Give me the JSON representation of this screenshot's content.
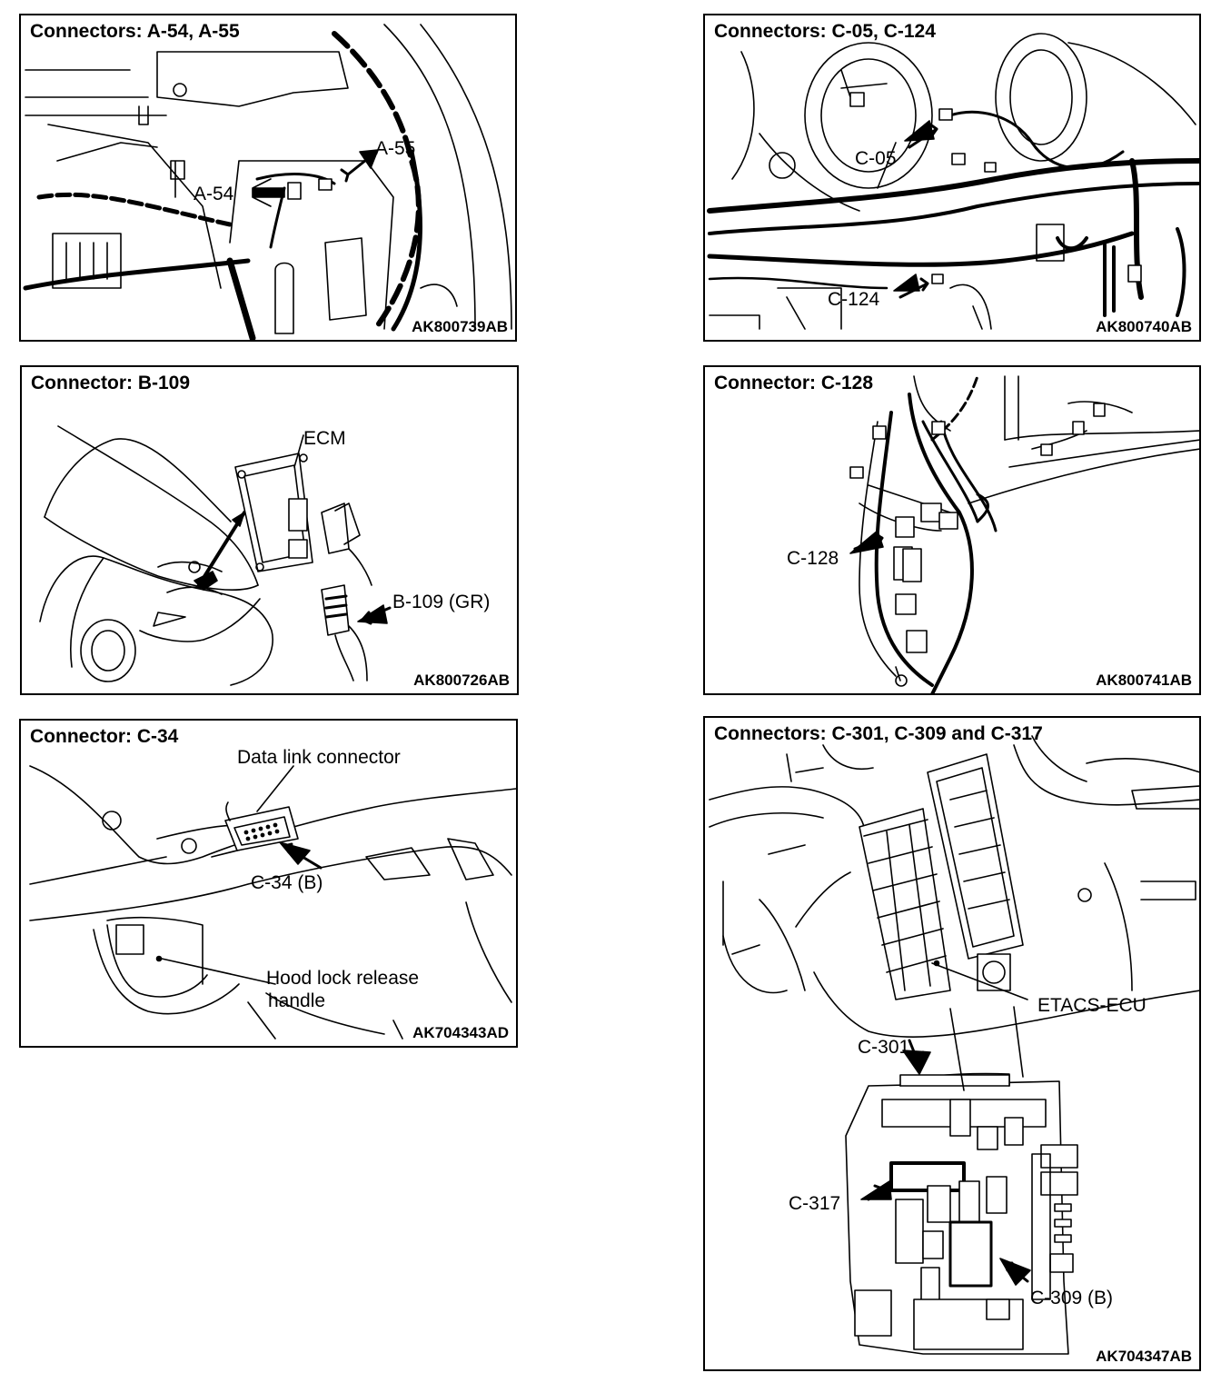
{
  "panels": [
    {
      "title": "Connectors: A-54, A-55",
      "code": "AK800739AB",
      "labels": [
        "A-54",
        "A-55"
      ]
    },
    {
      "title": "Connectors: C-05, C-124",
      "code": "AK800740AB",
      "labels": [
        "C-05",
        "C-124"
      ]
    },
    {
      "title": "Connector: B-109",
      "code": "AK800726AB",
      "labels": [
        "ECM",
        "B-109 (GR)"
      ]
    },
    {
      "title": "Connector: C-128",
      "code": "AK800741AB",
      "labels": [
        "C-128"
      ]
    },
    {
      "title": "Connector: C-34",
      "code": "AK704343AD",
      "labels": [
        "Data link connector",
        "C-34 (B)",
        "Hood lock release",
        "handle"
      ]
    },
    {
      "title": "Connectors: C-301, C-309 and C-317",
      "code": "AK704347AB",
      "labels": [
        "ETACS-ECU",
        "C-301",
        "C-317",
        "C-309 (B)"
      ]
    }
  ]
}
